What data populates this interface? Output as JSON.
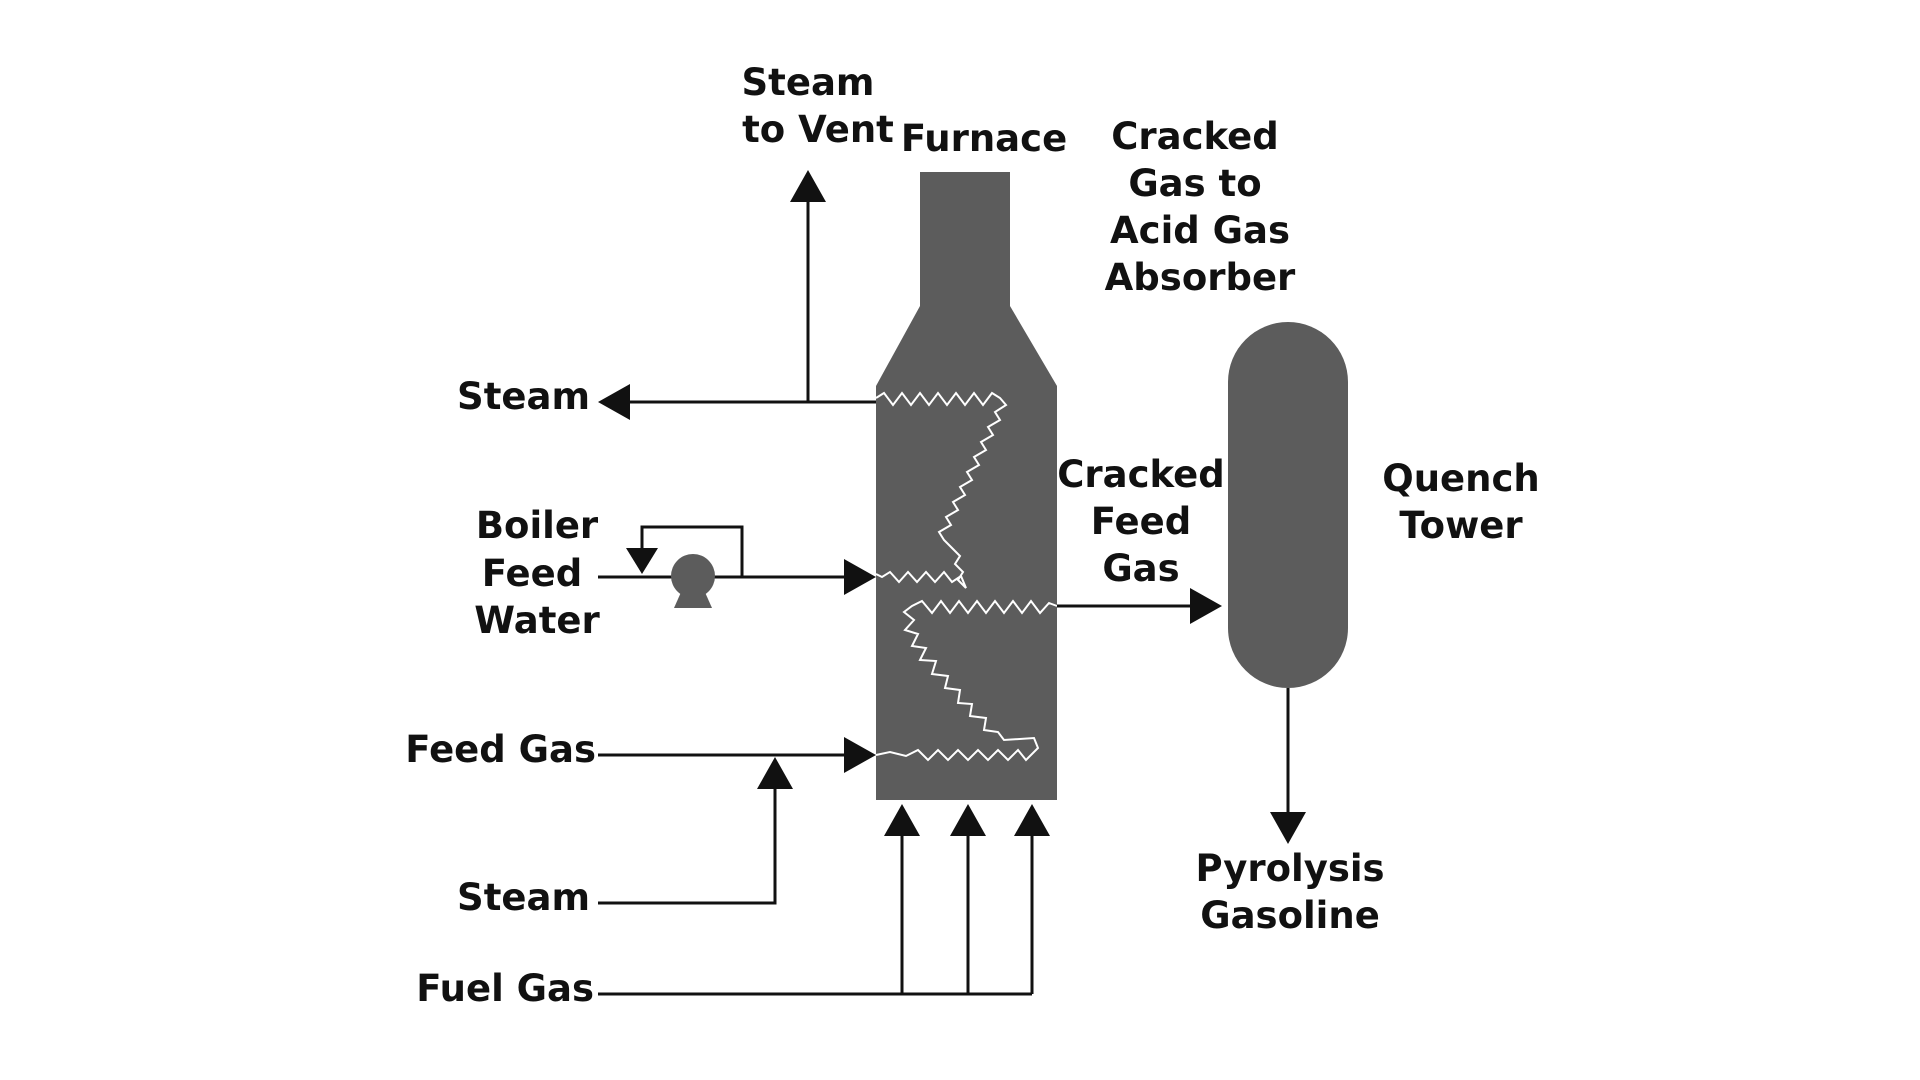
{
  "colors": {
    "equipment": "#5c5c5c",
    "line": "#111111",
    "coil": "#ffffff",
    "background": "#ffffff"
  },
  "labels": {
    "furnace": "Furnace",
    "steam_to_vent": [
      "Steam",
      "to Vent"
    ],
    "cracked_gas_to_acid": [
      "Cracked",
      "Gas to",
      "Acid Gas",
      "Absorber"
    ],
    "steam_out": "Steam",
    "boiler_feed_water": [
      "Boiler",
      "Feed",
      "Water"
    ],
    "cracked_feed_gas": [
      "Cracked",
      "Feed",
      "Gas"
    ],
    "quench_tower": [
      "Quench",
      "Tower"
    ],
    "feed_gas": "Feed Gas",
    "steam_in": "Steam",
    "fuel_gas": "Fuel Gas",
    "pyrolysis_gasoline": [
      "Pyrolysis",
      "Gasoline"
    ]
  },
  "icons": {
    "pump": "pump-icon"
  }
}
